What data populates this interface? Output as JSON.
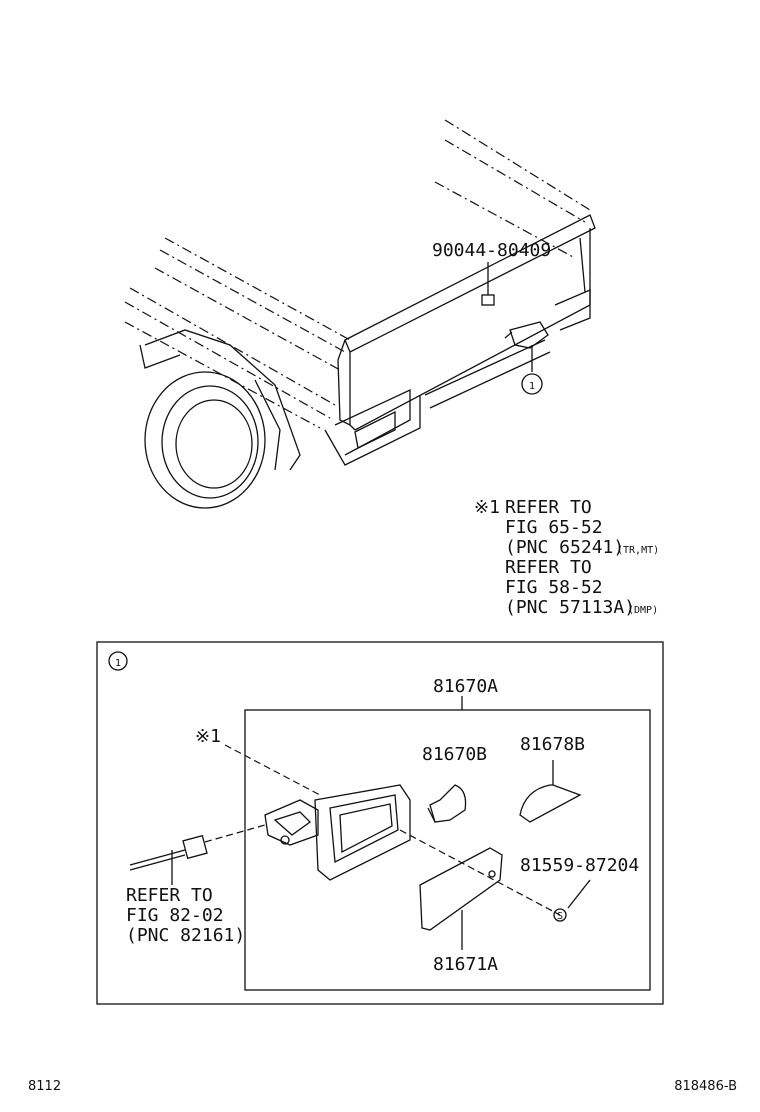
{
  "labels": {
    "part_top_clip": "90044-80409",
    "callout_marker": "1",
    "note_mark": "※1",
    "note_line1": "REFER TO",
    "note_line2": "FIG 65-52",
    "note_line3": "(PNC 65241)",
    "note_line3_small": "(TR,MT)",
    "note_line4": "REFER TO",
    "note_line5": "FIG 58-52",
    "note_line6": "(PNC 57113A)",
    "note_line6_small": "(DMP)",
    "detail_marker": "1",
    "assembly": "81670A",
    "socket_note": "※1",
    "bulb": "81670B",
    "lens_cover": "81678B",
    "screw": "81559-87204",
    "screw_mark": "S",
    "lens": "81671A",
    "ref_line1": "REFER TO",
    "ref_line2": "FIG 82-02",
    "ref_line3": "(PNC 82161)"
  },
  "footer": {
    "page_code": "8112",
    "figure_code": "818486-B"
  }
}
